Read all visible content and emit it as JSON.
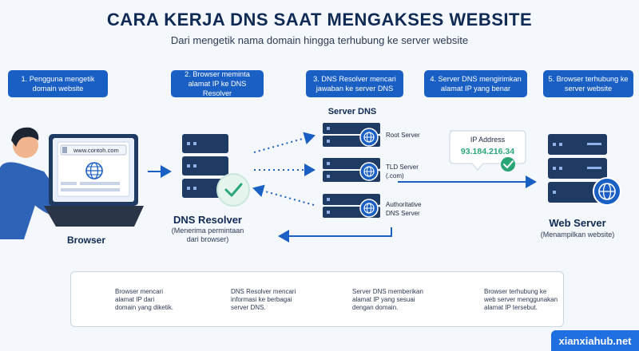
{
  "header": {
    "title": "CARA KERJA DNS SAAT MENGAKSES WEBSITE",
    "subtitle": "Dari mengetik nama domain hingga terhubung ke server website"
  },
  "steps": [
    {
      "text": "1. Pengguna mengetik domain website"
    },
    {
      "text": "2. Browser meminta alamat IP ke DNS Resolver"
    },
    {
      "text": "3. DNS Resolver mencari jawaban ke server DNS"
    },
    {
      "text": "4. Server DNS mengirimkan alamat IP yang benar"
    },
    {
      "text": "5. Browser terhubung ke server website"
    }
  ],
  "browser": {
    "url": "www.contoh.com",
    "label": "Browser"
  },
  "resolver": {
    "label": "DNS Resolver",
    "sub_line1": "(Menerima permintaan",
    "sub_line2": "dari browser)"
  },
  "dns_servers": {
    "title": "Server DNS",
    "items": [
      {
        "line1": "Root Server",
        "line2": ""
      },
      {
        "line1": "TLD Server",
        "line2": "(.com)"
      },
      {
        "line1": "Authoritative",
        "line2": "DNS Server"
      }
    ]
  },
  "ip_card": {
    "label": "IP Address",
    "value": "93.184.216.34"
  },
  "web_server": {
    "label": "Web Server",
    "sub": "(Menampilkan website)"
  },
  "bottom": [
    {
      "l1": "Browser mencari",
      "l2": "alamat IP dari",
      "l3": "domain yang diketik."
    },
    {
      "l1": "DNS Resolver mencari",
      "l2": "informasi ke berbagai",
      "l3": "server DNS."
    },
    {
      "l1": "Server DNS memberikan",
      "l2": "alamat IP yang sesuai",
      "l3": "dengan domain."
    },
    {
      "l1": "Browser terhubung ke",
      "l2": "web server menggunakan",
      "l3": "alamat IP tersebut."
    }
  ],
  "watermark": "xianxiahub.net",
  "colors": {
    "primary": "#1a5fc4",
    "navy": "#1f3a63",
    "green": "#2aa676"
  }
}
